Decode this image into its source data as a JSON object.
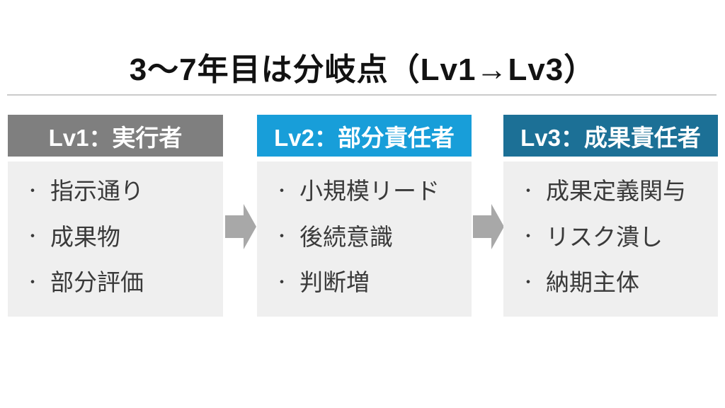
{
  "slide": {
    "title": "3〜7年目は分岐点（Lv1→Lv3）",
    "bullet_char": "・"
  },
  "colors": {
    "title_text": "#121212",
    "divider": "#CBCBCB",
    "header_text": "#FFFFFF",
    "body_bg": "#EFEFEF",
    "body_text": "#3A3A3A",
    "arrow": "#A8A8A8"
  },
  "columns": [
    {
      "header": "Lv1：実行者",
      "header_bg": "#7F7F7F",
      "items": [
        "指示通り",
        "成果物",
        "部分評価"
      ]
    },
    {
      "header": "Lv2：部分責任者",
      "header_bg": "#189ED9",
      "items": [
        "小規模リード",
        "後続意識",
        "判断増"
      ]
    },
    {
      "header": "Lv3：成果責任者",
      "header_bg": "#1C7096",
      "items": [
        "成果定義関与",
        "リスク潰し",
        "納期主体"
      ]
    }
  ]
}
